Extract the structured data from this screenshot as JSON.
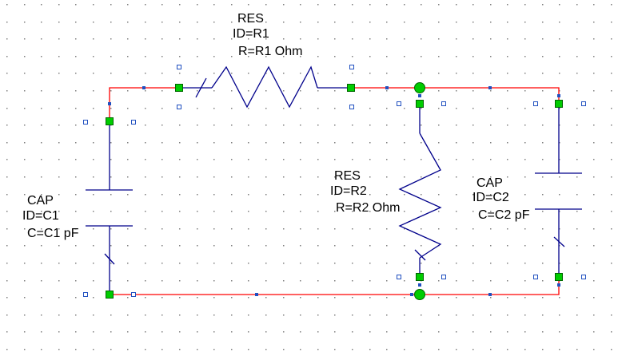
{
  "colors": {
    "background": "#ffffff",
    "grid_dot": "#7f7f7f",
    "wire": "#ff0000",
    "element": "#00008b",
    "node_marker": "#00cc00",
    "node_marker_border": "#006600",
    "handle": "#2050c0",
    "text": "#000000"
  },
  "components": {
    "r1": {
      "type": "RES",
      "id": "ID=R1",
      "value": "R=R1 Ohm"
    },
    "r2": {
      "type": "RES",
      "id": "ID=R2",
      "value": "R=R2 Ohm"
    },
    "c1": {
      "type": "CAP",
      "id": "ID=C1",
      "value": "C=C1 pF"
    },
    "c2": {
      "type": "CAP",
      "id": "ID=C2",
      "value": "C=C2 pF"
    }
  }
}
